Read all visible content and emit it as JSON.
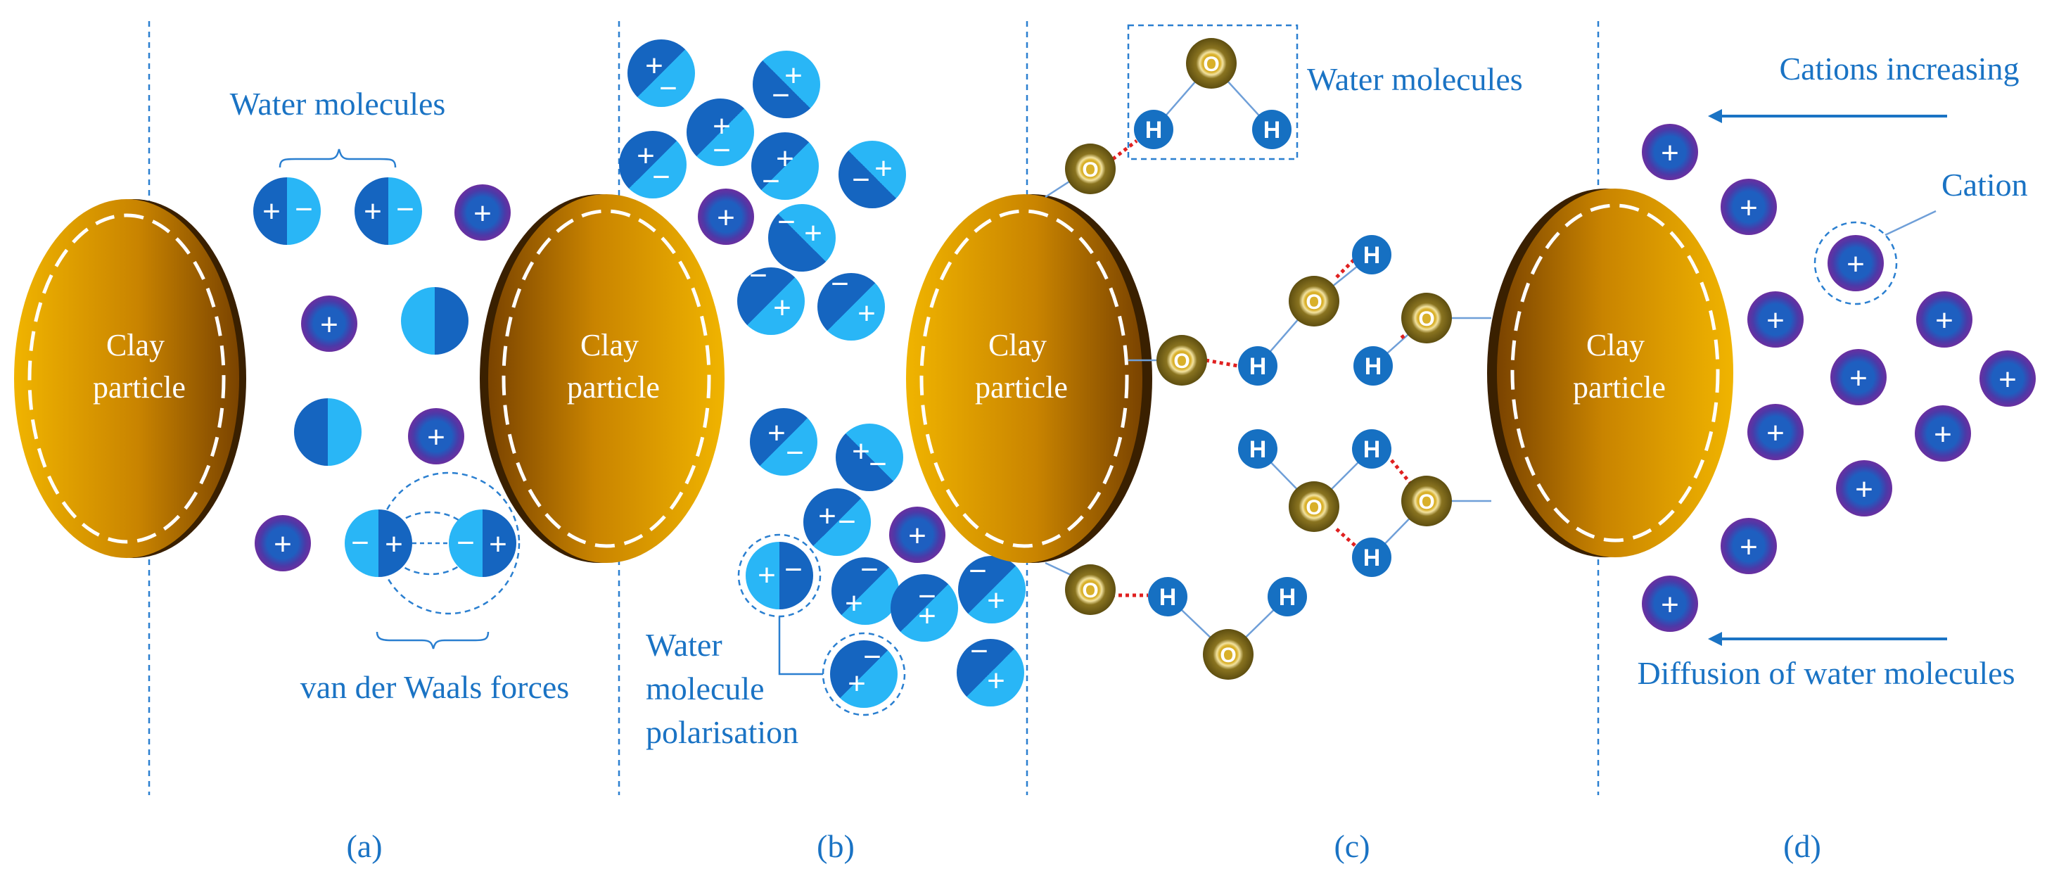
{
  "colors": {
    "accent": "#1a73c4",
    "clay_gold": "#e8a800",
    "clay_brown": "#8a4f00",
    "water_light": "#29b6f6",
    "water_dark": "#1565c0",
    "cation_purple": "#5e35b1",
    "oxygen": "#7a6a1a",
    "hydrogen": "#1670c2",
    "hbond": "#e02020"
  },
  "clay_label": "Clay\nparticle",
  "panels": {
    "a": {
      "caption": "(a)",
      "water_molecules_label": "Water molecules",
      "van_der_waals_label": "van der Waals forces"
    },
    "b": {
      "caption": "(b)",
      "polarisation_label": "Water\nmolecule\npolarisation"
    },
    "c": {
      "caption": "(c)",
      "water_molecules_label": "Water molecules",
      "oxygen_symbol": "O",
      "hydrogen_symbol": "H"
    },
    "d": {
      "caption": "(d)",
      "cations_increasing_label": "Cations increasing",
      "cation_label": "Cation",
      "diffusion_label": "Diffusion of water molecules"
    }
  },
  "icons": [
    "plus-icon",
    "minus-icon",
    "arrow-left-icon",
    "hydrogen-bond-icon"
  ]
}
